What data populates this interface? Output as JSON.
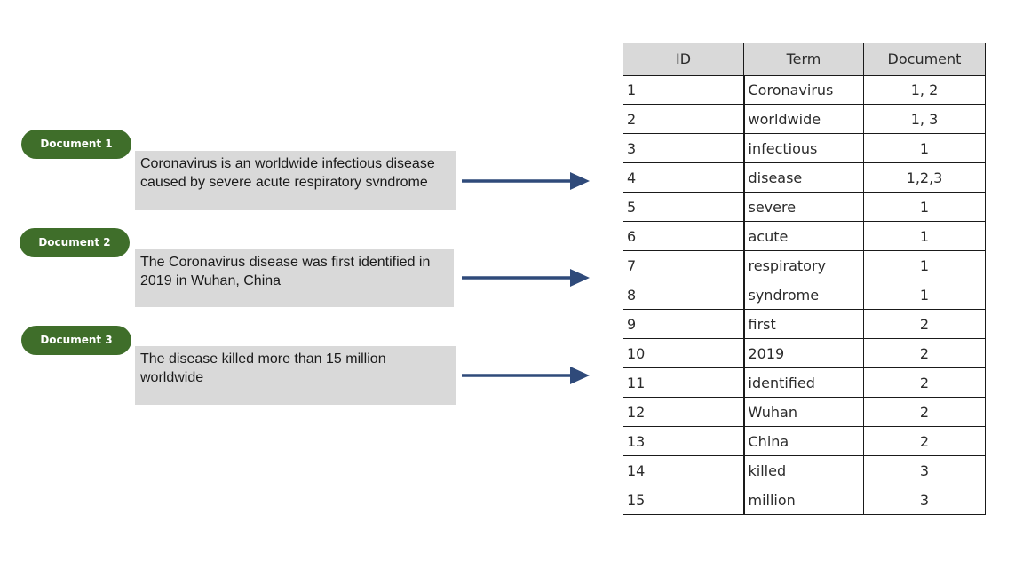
{
  "documents": [
    {
      "label": "Document 1",
      "text": "Coronavirus is an worldwide infectious disease caused by severe acute respiratory svndrome"
    },
    {
      "label": "Document 2",
      "text": "The Coronavirus disease was first identified in 2019 in Wuhan, China"
    },
    {
      "label": "Document 3",
      "text": "The disease killed more than 15 million worldwide"
    }
  ],
  "colors": {
    "pill": "#3f6e2a",
    "text_box": "#d9d9d9",
    "arrow": "#2f4a7a",
    "table_header": "#d9d9d9"
  },
  "table": {
    "headers": [
      "ID",
      "Term",
      "Document"
    ],
    "rows": [
      {
        "id": "1",
        "term": "Coronavirus",
        "doc": "1, 2"
      },
      {
        "id": "2",
        "term": "worldwide",
        "doc": "1, 3"
      },
      {
        "id": "3",
        "term": "infectious",
        "doc": "1"
      },
      {
        "id": "4",
        "term": "disease",
        "doc": "1,2,3"
      },
      {
        "id": "5",
        "term": "severe",
        "doc": "1"
      },
      {
        "id": "6",
        "term": "acute",
        "doc": "1"
      },
      {
        "id": "7",
        "term": "respiratory",
        "doc": "1"
      },
      {
        "id": "8",
        "term": "syndrome",
        "doc": "1"
      },
      {
        "id": "9",
        "term": "first",
        "doc": "2"
      },
      {
        "id": "10",
        "term": "2019",
        "doc": "2"
      },
      {
        "id": "11",
        "term": "identified",
        "doc": "2"
      },
      {
        "id": "12",
        "term": "Wuhan",
        "doc": "2"
      },
      {
        "id": "13",
        "term": "China",
        "doc": "2"
      },
      {
        "id": "14",
        "term": "killed",
        "doc": "3"
      },
      {
        "id": "15",
        "term": "million",
        "doc": "3"
      }
    ]
  }
}
